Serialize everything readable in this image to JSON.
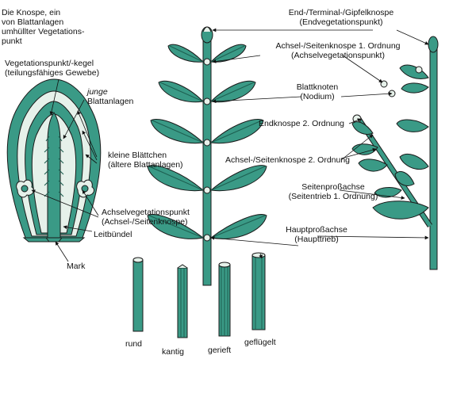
{
  "bud": {
    "title": [
      "Die Knospe, ein",
      "von Blattanlagen",
      "umhüllter Vegetations-",
      "punkt"
    ],
    "vegpoint": [
      "Vegetationspunkt/-kegel",
      "(teilungsfähiges Gewebe)"
    ],
    "young_prefix": "junge",
    "young_rest": "Blattanlagen",
    "small_leaves": [
      "kleine Blättchen",
      "(ältere Blattanlagen)"
    ],
    "axil_point": [
      "Achselvegetationspunkt",
      "(Achsel-/Seitenknospe)"
    ],
    "vascular": "Leitbündel",
    "pith": "Mark"
  },
  "plant": {
    "terminal_bud": [
      "End-/Terminal-/Gipfelknospe",
      "(Endvegetationspunkt)"
    ],
    "axil_bud_1": [
      "Achsel-/Seitenknospe 1. Ordnung",
      "(Achselvegetationspunkt)"
    ],
    "node": [
      "Blattknoten",
      "(Nodium)"
    ],
    "end_bud_2": "Endknospe 2. Ordnung",
    "axil_bud_2": "Achsel-/Seitenknospe 2. Ordnung",
    "side_shoot": [
      "Seitenproßachse",
      "(Seitentrieb 1. Ordnung)"
    ],
    "main_shoot": [
      "Hauptproßachse",
      "(Haupttrieb)"
    ]
  },
  "stems": {
    "round": "rund",
    "angular": "kantig",
    "grooved": "gerieft",
    "winged": "geflügelt"
  },
  "colors": {
    "leaf": "#3a9a86",
    "leaf_dark": "#1d5e50",
    "bud_light": "#e6f1ea",
    "outline": "#1a1a1a"
  }
}
